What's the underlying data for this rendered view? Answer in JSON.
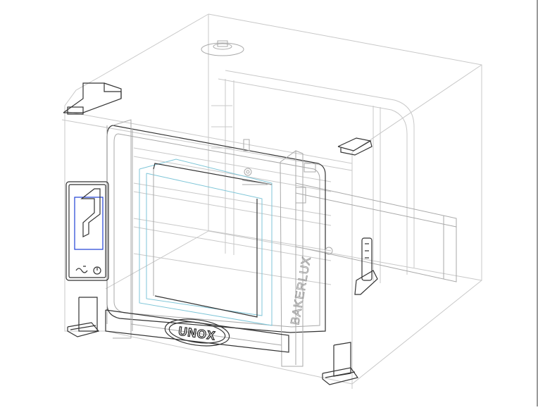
{
  "logo": {
    "text": "UNOX"
  },
  "brand": {
    "text": "BAKERLUX"
  },
  "colors": {
    "panel_highlight": "#1f3fd6",
    "glass_edge": "#7fc6d8",
    "line_faint": "#c8c8c8",
    "line_dark": "#333333"
  },
  "icons": [
    "control-panel-icon",
    "power-button-icon",
    "unox-logo"
  ]
}
